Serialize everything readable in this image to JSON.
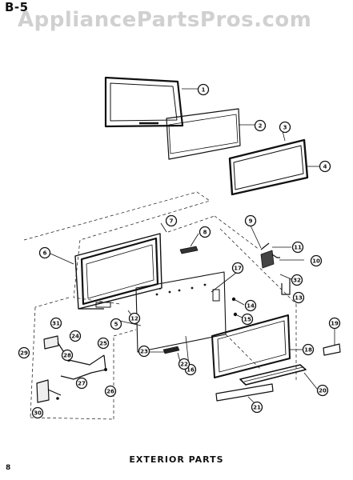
{
  "header": {
    "section_code": "B-5",
    "watermark": "AppliancePartsPros.com"
  },
  "caption": "EXTERIOR  PARTS",
  "page_number": "8",
  "callouts": [
    "1",
    "2",
    "3",
    "4",
    "5",
    "6",
    "7",
    "8",
    "9",
    "10",
    "11",
    "12",
    "13",
    "14",
    "15",
    "16",
    "17",
    "18",
    "19",
    "20",
    "21",
    "22",
    "23",
    "24",
    "25",
    "26",
    "27",
    "28",
    "29",
    "30",
    "31",
    "32"
  ]
}
